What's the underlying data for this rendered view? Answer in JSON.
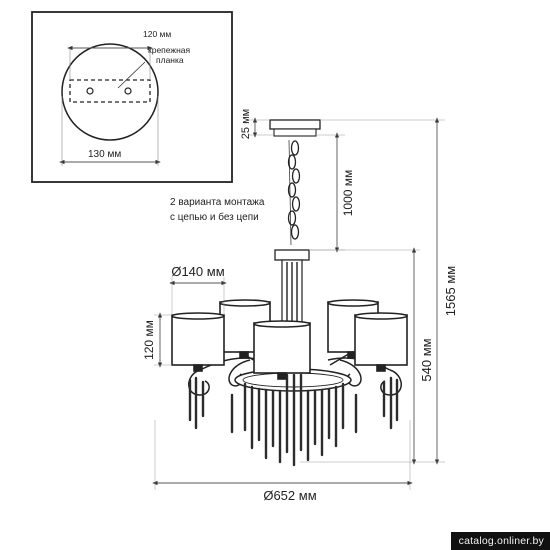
{
  "inset": {
    "bracket_label": "120 мм",
    "mount_label_line1": "крепежная",
    "mount_label_line2": "планка",
    "canopy_width_label": "130 мм"
  },
  "notes": {
    "mount_line1": "2 варианта монтажа",
    "mount_line2": "с цепью и без цепи"
  },
  "dimensions": {
    "canopy_height": "25 мм",
    "chain_length": "1000 мм",
    "total_height": "1565 мм",
    "body_height": "540 мм",
    "shade_height": "120 мм",
    "shade_diameter": "Ø140 мм",
    "overall_diameter": "Ø652 мм"
  },
  "watermark": "catalog.onliner.by",
  "colors": {
    "line": "#222222",
    "dim_line": "#555555",
    "shade_fill": "#ffffff",
    "crystal": "#2c2c2c",
    "watermark_bg": "#111111"
  }
}
